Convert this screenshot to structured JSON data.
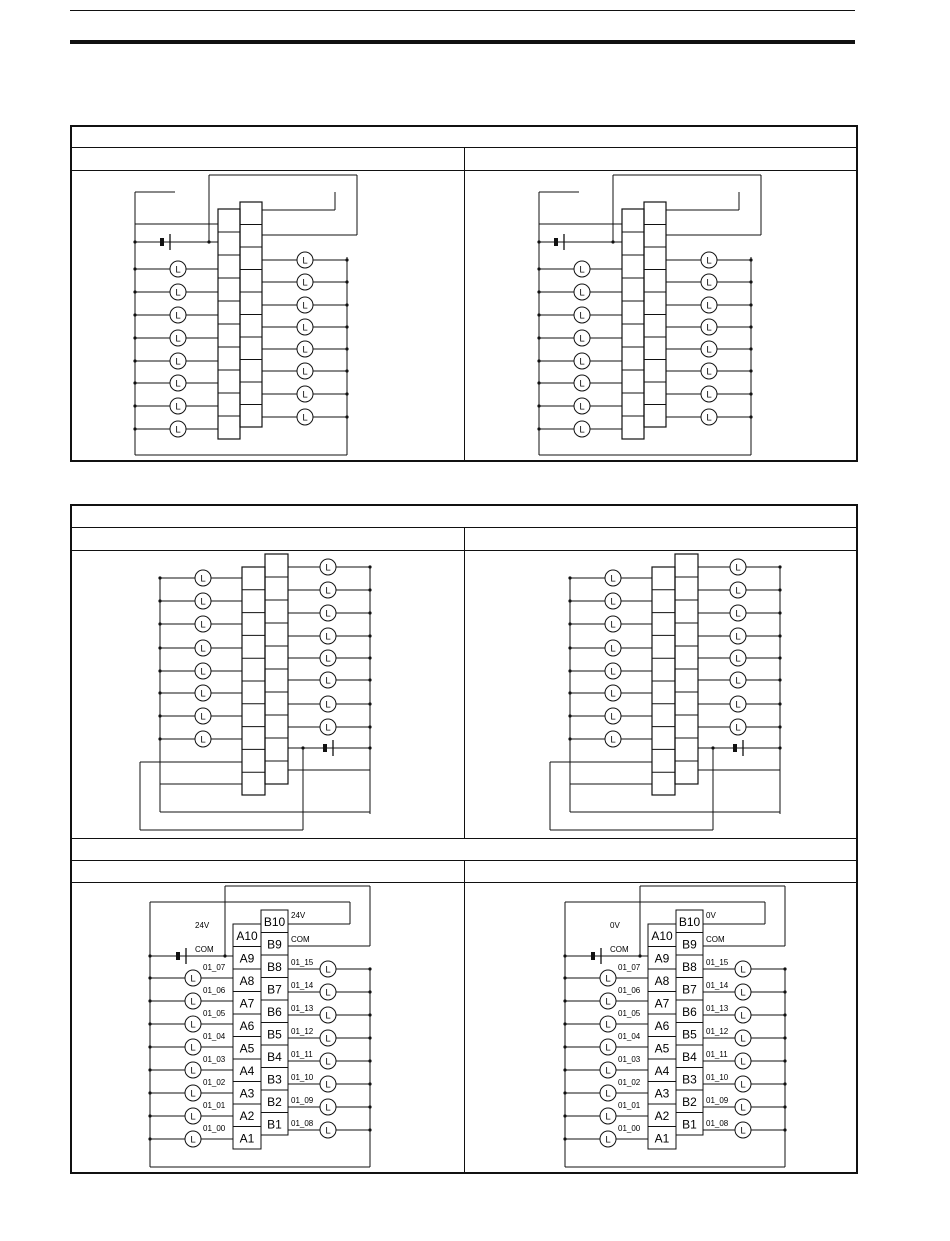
{
  "diagrams": {
    "d1": {
      "terminals_left": [],
      "terminals_right": [],
      "labels_left": [],
      "labels_right": [],
      "top_left": "",
      "top_right": "",
      "com": ""
    },
    "d2": {
      "terminals_left": [],
      "terminals_right": [],
      "labels_left": [],
      "labels_right": [],
      "top_left": "",
      "top_right": "",
      "com": ""
    },
    "d3": {
      "terminals_left": [],
      "terminals_right": [],
      "labels_left": [],
      "labels_right": [],
      "top_left": "",
      "top_right": "",
      "com": ""
    },
    "d4": {
      "terminals_left": [],
      "terminals_right": [],
      "labels_left": [],
      "labels_right": [],
      "top_left": "",
      "top_right": "",
      "com": ""
    },
    "d5": {
      "terminals_left": [
        "A10",
        "A9",
        "A8",
        "A7",
        "A6",
        "A5",
        "A4",
        "A3",
        "A2",
        "A1"
      ],
      "terminals_right": [
        "B10",
        "B9",
        "B8",
        "B7",
        "B6",
        "B5",
        "B4",
        "B3",
        "B2",
        "B1"
      ],
      "labels_left": [
        "01_07",
        "01_06",
        "01_05",
        "01_04",
        "01_03",
        "01_02",
        "01_01",
        "01_00"
      ],
      "labels_right": [
        "01_15",
        "01_14",
        "01_13",
        "01_12",
        "01_11",
        "01_10",
        "01_09",
        "01_08"
      ],
      "top_left": "24V",
      "top_right": "24V",
      "com": "COM",
      "com_right": "COM"
    },
    "d6": {
      "terminals_left": [
        "A10",
        "A9",
        "A8",
        "A7",
        "A6",
        "A5",
        "A4",
        "A3",
        "A2",
        "A1"
      ],
      "terminals_right": [
        "B10",
        "B9",
        "B8",
        "B7",
        "B6",
        "B5",
        "B4",
        "B3",
        "B2",
        "B1"
      ],
      "labels_left": [
        "01_07",
        "01_06",
        "01_05",
        "01_04",
        "01_03",
        "01_02",
        "01_01",
        "01_00"
      ],
      "labels_right": [
        "01_15",
        "01_14",
        "01_13",
        "01_12",
        "01_11",
        "01_10",
        "01_09",
        "01_08"
      ],
      "top_left": "0V",
      "top_right": "0V",
      "com": "COM",
      "com_right": "COM"
    }
  },
  "load_symbol": "L"
}
